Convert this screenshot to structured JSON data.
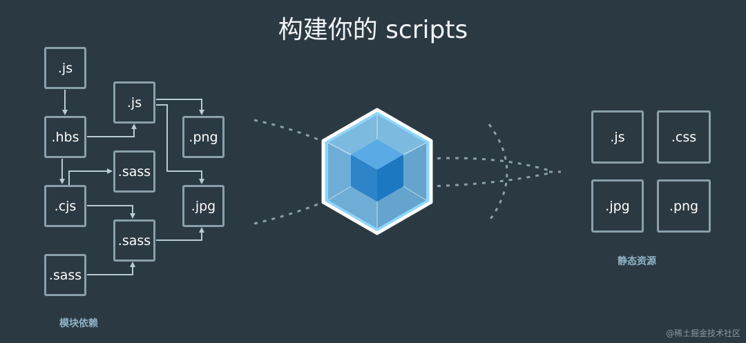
{
  "title": "构建你的 scripts",
  "colors": {
    "background": "#2b3a42",
    "box_border": "#8aa0ab",
    "arrow": "#b9cbd3",
    "cube_outer": "#8ed6fb",
    "cube_inner": "#1c78c0",
    "caption": "#8fb3c7"
  },
  "left_panel": {
    "caption": "模块依赖",
    "boxes": [
      "js",
      "js",
      "hbs",
      "png",
      "sass",
      "cjs",
      "jpg",
      "sass",
      "sass"
    ]
  },
  "right_panel": {
    "caption": "静态资源",
    "boxes": [
      "js",
      "css",
      "jpg",
      "png"
    ]
  },
  "center_icon": "webpack-cube-icon",
  "watermark": "@稀土掘金技术社区"
}
